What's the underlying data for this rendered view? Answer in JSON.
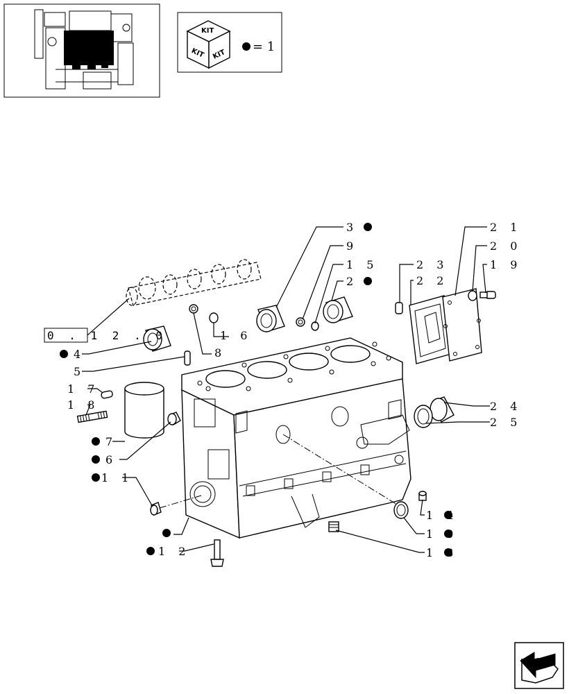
{
  "kit_legend": {
    "face_labels": [
      "KIT",
      "KIT",
      "KIT"
    ],
    "equals_text": "= 1"
  },
  "reference": {
    "text": "0 . 1 2 . 0"
  },
  "callouts": [
    {
      "id": "3",
      "text": "3",
      "kit": true
    },
    {
      "id": "9",
      "text": "9",
      "kit": false
    },
    {
      "id": "15",
      "text": "1 5",
      "kit": false
    },
    {
      "id": "2",
      "text": "2",
      "kit": true
    },
    {
      "id": "16",
      "text": "1 6",
      "kit": false
    },
    {
      "id": "8",
      "text": "8",
      "kit": false
    },
    {
      "id": "4",
      "text": "4",
      "kit": true
    },
    {
      "id": "5",
      "text": "5",
      "kit": false
    },
    {
      "id": "17",
      "text": "1 7",
      "kit": false
    },
    {
      "id": "18",
      "text": "1 8",
      "kit": false
    },
    {
      "id": "7",
      "text": "7",
      "kit": true
    },
    {
      "id": "6",
      "text": "6",
      "kit": true
    },
    {
      "id": "11",
      "text": "1 1",
      "kit": true
    },
    {
      "id": "1",
      "text": "",
      "kit": true
    },
    {
      "id": "12",
      "text": "1 2",
      "kit": true
    },
    {
      "id": "21",
      "text": "2 1",
      "kit": false
    },
    {
      "id": "20",
      "text": "2 0",
      "kit": false
    },
    {
      "id": "19",
      "text": "1 9",
      "kit": false
    },
    {
      "id": "23",
      "text": "2 3",
      "kit": false
    },
    {
      "id": "22",
      "text": "2 2",
      "kit": false
    },
    {
      "id": "24",
      "text": "2 4",
      "kit": false
    },
    {
      "id": "25",
      "text": "2 5",
      "kit": false
    },
    {
      "id": "14",
      "text": "1 4",
      "kit": true
    },
    {
      "id": "10",
      "text": "1 0",
      "kit": true
    },
    {
      "id": "13",
      "text": "1 3",
      "kit": true
    }
  ],
  "nav": {
    "icon": "page-flip-arrow-icon"
  }
}
